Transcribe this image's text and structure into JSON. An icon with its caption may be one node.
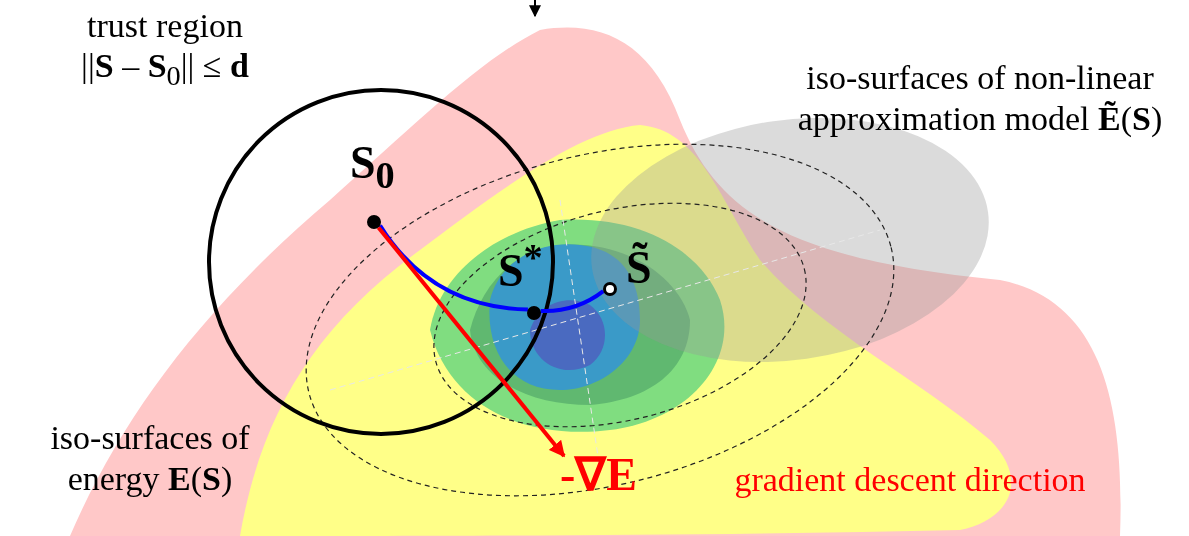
{
  "diagram": {
    "nodes": [
      {
        "text": [
          "S$_{0}$"
        ]
      },
      {
        "text": [
          "S$^{*}$"
        ]
      },
      {
        "text": [
          "S̃"
        ]
      },
      {
        "text": [
          "-∇E"
        ]
      }
    ],
    "edges": [
      {
        "from": 0,
        "to": 1,
        "arrow": "none"
      },
      {
        "from": 1,
        "to": 2,
        "arrow": "none"
      },
      {
        "from": 0,
        "to": 3,
        "arrow": "to",
        "color": "#ff0000"
      }
    ],
    "labels": [
      "trust region",
      "||**S** – **S**$_{0}$|| ≤ **d**",
      "iso-surfaces of non-linear approximation model **Ẽ**(**S**)",
      "iso-surfaces of energy **E**(**S**)",
      "gradient descent direction"
    ]
  }
}
